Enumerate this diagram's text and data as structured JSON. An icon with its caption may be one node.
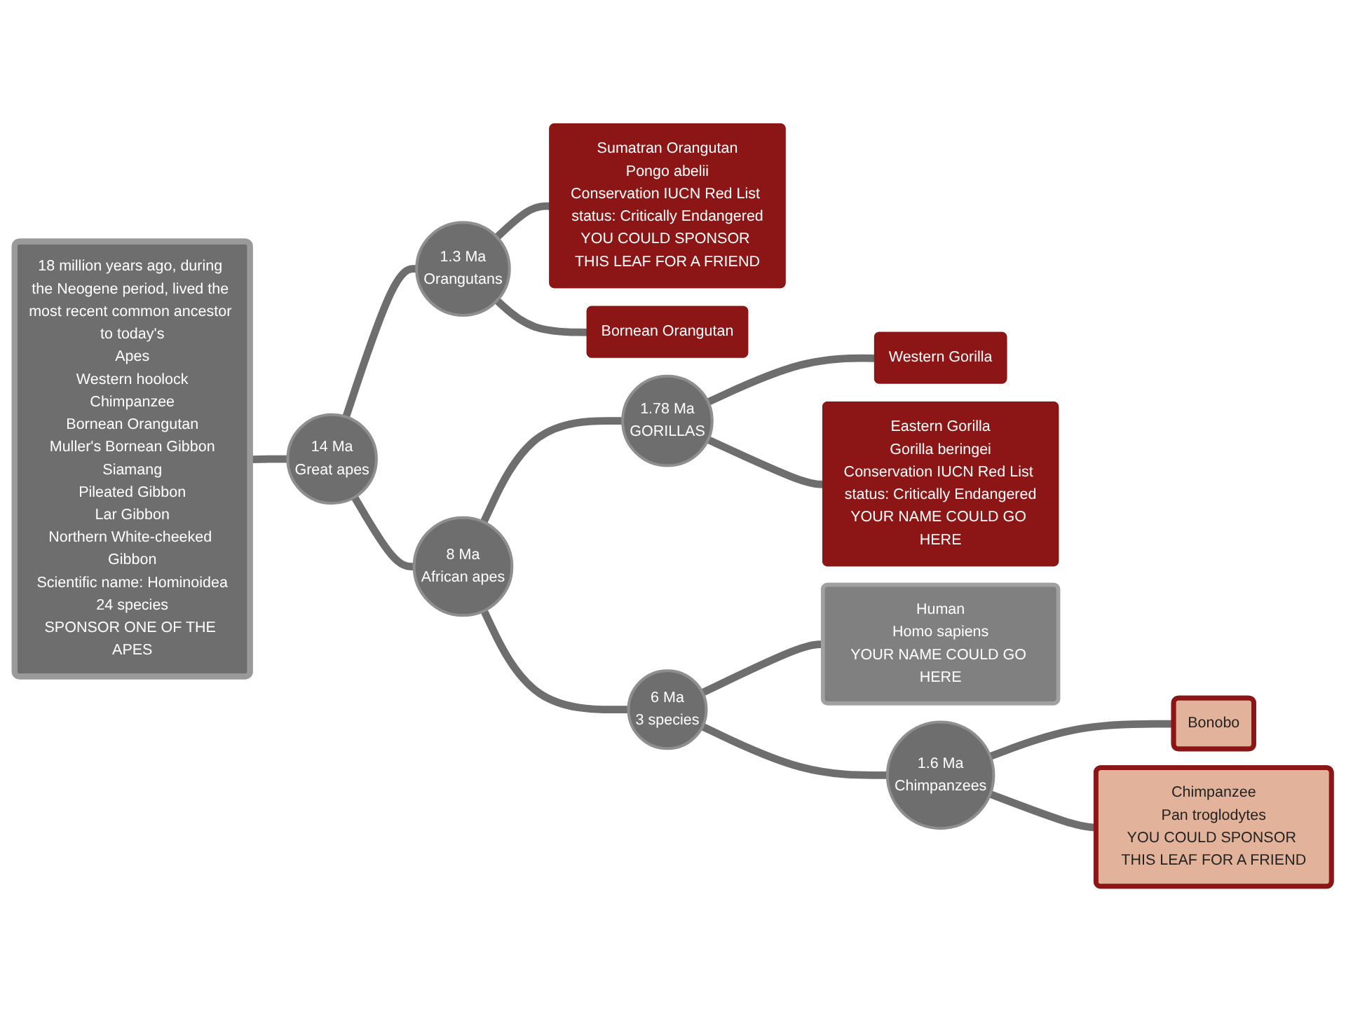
{
  "diagram": {
    "nodes": [
      {
        "text": [
          "18 million years ago, during the Neogene period, lived the most recent common ancestor to today's",
          "Apes",
          "Western hoolock",
          "Chimpanzee",
          "Bornean Orangutan",
          "Muller's Bornean Gibbon",
          "Siamang",
          "Pileated Gibbon",
          "Lar Gibbon",
          "Northern White-cheeked Gibbon",
          "Scientific name: Hominoidea",
          "24 species",
          "SPONSOR ONE OF THE APES"
        ]
      },
      {
        "text": [
          "14 Ma",
          "Great apes"
        ]
      },
      {
        "text": [
          "1.3 Ma",
          "Orangutans"
        ]
      },
      {
        "text": [
          "Sumatran Orangutan",
          "Pongo abelii",
          "Conservation IUCN Red List status: Critically Endangered",
          "YOU COULD SPONSOR THIS LEAF FOR A FRIEND"
        ]
      },
      {
        "text": [
          "Bornean Orangutan"
        ]
      },
      {
        "text": [
          "8 Ma",
          "African apes"
        ]
      },
      {
        "text": [
          "1.78 Ma",
          "GORILLAS"
        ]
      },
      {
        "text": [
          "Western Gorilla"
        ]
      },
      {
        "text": [
          "Eastern Gorilla",
          "Gorilla beringei",
          "Conservation IUCN Red List status: Critically Endangered",
          "YOUR NAME COULD GO HERE"
        ]
      },
      {
        "text": [
          "6 Ma",
          "3 species"
        ]
      },
      {
        "text": [
          "Human",
          "Homo sapiens",
          "YOUR NAME COULD GO HERE"
        ]
      },
      {
        "text": [
          "1.6 Ma",
          "Chimpanzees"
        ]
      },
      {
        "text": [
          "Bonobo"
        ]
      },
      {
        "text": [
          "Chimpanzee",
          "Pan troglodytes",
          "YOU COULD SPONSOR THIS LEAF FOR A FRIEND"
        ]
      }
    ],
    "edges": [
      {
        "from": 0,
        "to": 1,
        "arrow": "none"
      },
      {
        "from": 1,
        "to": 2,
        "arrow": "none"
      },
      {
        "from": 2,
        "to": 3,
        "arrow": "none"
      },
      {
        "from": 2,
        "to": 4,
        "arrow": "none"
      },
      {
        "from": 1,
        "to": 5,
        "arrow": "none"
      },
      {
        "from": 5,
        "to": 6,
        "arrow": "none"
      },
      {
        "from": 6,
        "to": 7,
        "arrow": "none"
      },
      {
        "from": 6,
        "to": 8,
        "arrow": "none"
      },
      {
        "from": 5,
        "to": 9,
        "arrow": "none"
      },
      {
        "from": 9,
        "to": 10,
        "arrow": "none"
      },
      {
        "from": 9,
        "to": 11,
        "arrow": "none"
      },
      {
        "from": 11,
        "to": 12,
        "arrow": "none"
      },
      {
        "from": 11,
        "to": 13,
        "arrow": "none"
      }
    ]
  }
}
